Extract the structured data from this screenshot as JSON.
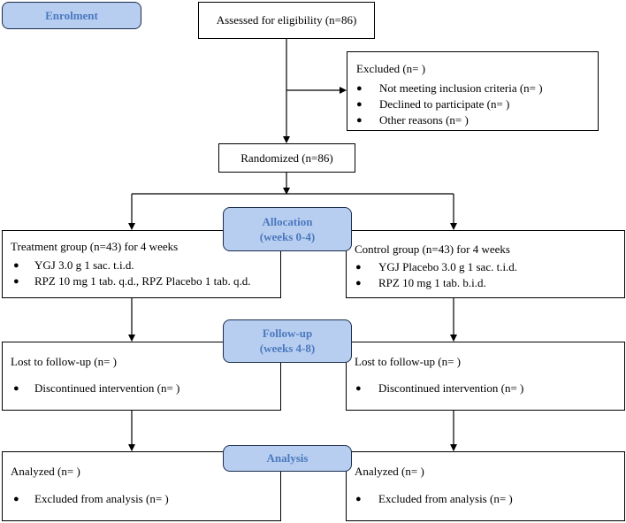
{
  "stages": {
    "enrolment": "Enrolment",
    "allocation": [
      "Allocation",
      "(weeks 0-4)"
    ],
    "followup": [
      "Follow-up",
      "(weeks 4-8)"
    ],
    "analysis": "Analysis"
  },
  "assessed": "Assessed for eligibility (n=86)",
  "excluded": {
    "title": "Excluded  (n=   )",
    "items": [
      "Not meeting inclusion criteria (n=  )",
      "Declined to participate (n=  )",
      "Other reasons (n=   )"
    ]
  },
  "randomized": "Randomized (n=86)",
  "treatment": {
    "title": "Treatment group (n=43) for 4 weeks",
    "items": [
      "YGJ 3.0 g 1 sac. t.i.d.",
      "RPZ 10 mg 1 tab. q.d., RPZ Placebo 1 tab. q.d."
    ],
    "lost": "Lost to follow-up (n=   )",
    "discontinued": "Discontinued intervention (n=   )",
    "analyzed": "Analyzed  (n=   )",
    "excluded_analysis": "Excluded from analysis (n=   )"
  },
  "control": {
    "title": "Control group (n=43) for 4 weeks",
    "items": [
      "YGJ Placebo 3.0 g 1 sac. t.i.d.",
      "RPZ 10 mg 1 tab. b.i.d."
    ],
    "lost": "Lost to follow-up (n=   )",
    "discontinued": "Discontinued intervention (n=   )",
    "analyzed": "Analyzed  (n=   )",
    "excluded_analysis": "Excluded from analysis (n=   )"
  },
  "bullet": "●",
  "colors": {
    "stage_fill": "#b8cef1",
    "stage_text": "#4a78bd",
    "stage_border": "#1a2d4d"
  }
}
